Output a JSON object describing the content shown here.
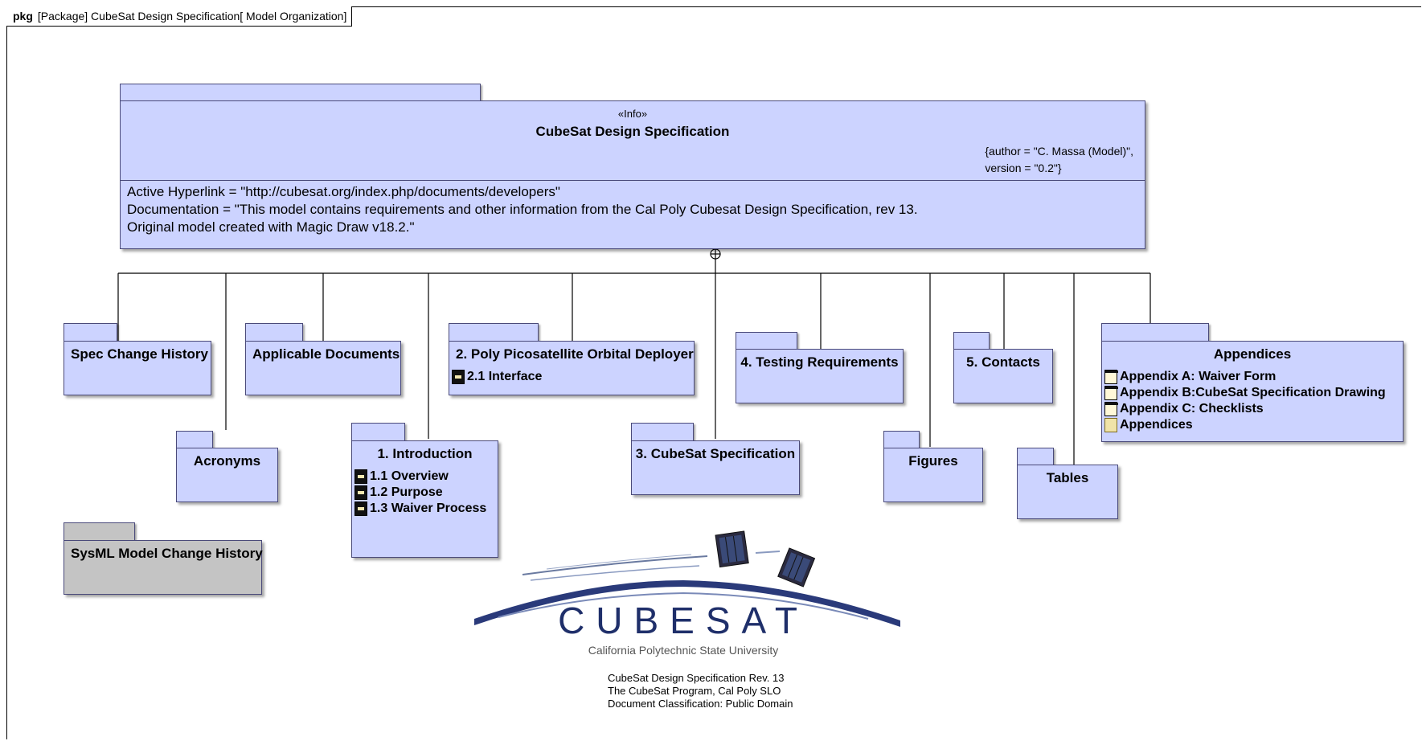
{
  "frame": {
    "keyword": "pkg",
    "label": "[Package] CubeSat Design Specification[ Model Organization]"
  },
  "info": {
    "stereotype": "«Info»",
    "title": "CubeSat Design Specification",
    "tags": "{author = \"C. Massa (Model)\",\nversion = \"0.2\"}",
    "properties": [
      "Active Hyperlink = \"http://cubesat.org/index.php/documents/developers\"",
      "Documentation = \"This model contains requirements and other information from the Cal Poly Cubesat Design Specification, rev 13.",
      "Original model created with Magic Draw v18.2.\""
    ]
  },
  "packages": {
    "spec_change_history": "Spec Change History",
    "applicable_documents": "Applicable Documents",
    "ppod": "2. Poly Picosatellite Orbital Deployer",
    "ppod_items": [
      "2.1 Interface"
    ],
    "testing": "4. Testing Requirements",
    "contacts": "5. Contacts",
    "appendices": "Appendices",
    "appendices_items": [
      "Appendix A: Waiver Form",
      "Appendix B:CubeSat Specification Drawing",
      "Appendix C: Checklists",
      "Appendices"
    ],
    "acronyms": "Acronyms",
    "introduction": "1. Introduction",
    "introduction_items": [
      "1.1 Overview",
      "1.2 Purpose",
      "1.3 Waiver Process"
    ],
    "cubesat_spec": "3. CubeSat Specification",
    "figures": "Figures",
    "tables": "Tables",
    "sysml_history": "SysML Model Change History"
  },
  "logo": {
    "wordmark": "CUBESAT",
    "subtitle": "California Polytechnic State University"
  },
  "caption": [
    "CubeSat Design Specification Rev. 13",
    "The CubeSat Program, Cal Poly SLO",
    "Document Classification: Public Domain"
  ],
  "colors": {
    "package_fill": "#ccd3ff",
    "package_gray_fill": "#c4c4c4",
    "package_border": "#4a4a7a"
  }
}
